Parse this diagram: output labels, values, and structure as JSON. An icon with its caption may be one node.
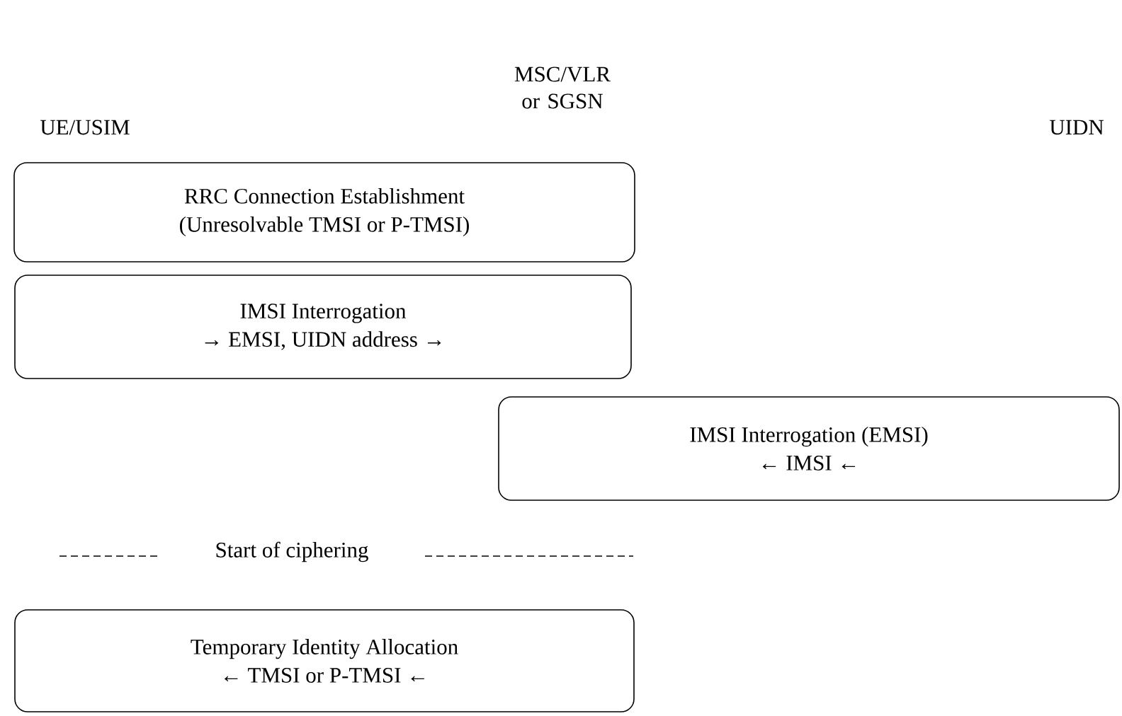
{
  "diagram": {
    "nodes": [
      {
        "text": [
          "RRC Connection Establishment",
          "(Unresolvable TMSI or P-TMSI)"
        ]
      },
      {
        "text": [
          "IMSI Interrogation",
          "→ EMSI, UIDN address →"
        ]
      },
      {
        "text": [
          "IMSI Interrogation (EMSI)",
          "← IMSI ←"
        ]
      },
      {
        "text": [
          "Temporary Identity Allocation",
          "← TMSI or P-TMSI ←"
        ]
      }
    ],
    "labels": [
      "UE/USIM",
      "MSC/VLR or SGSN",
      "UIDN",
      "Start of ciphering"
    ]
  }
}
